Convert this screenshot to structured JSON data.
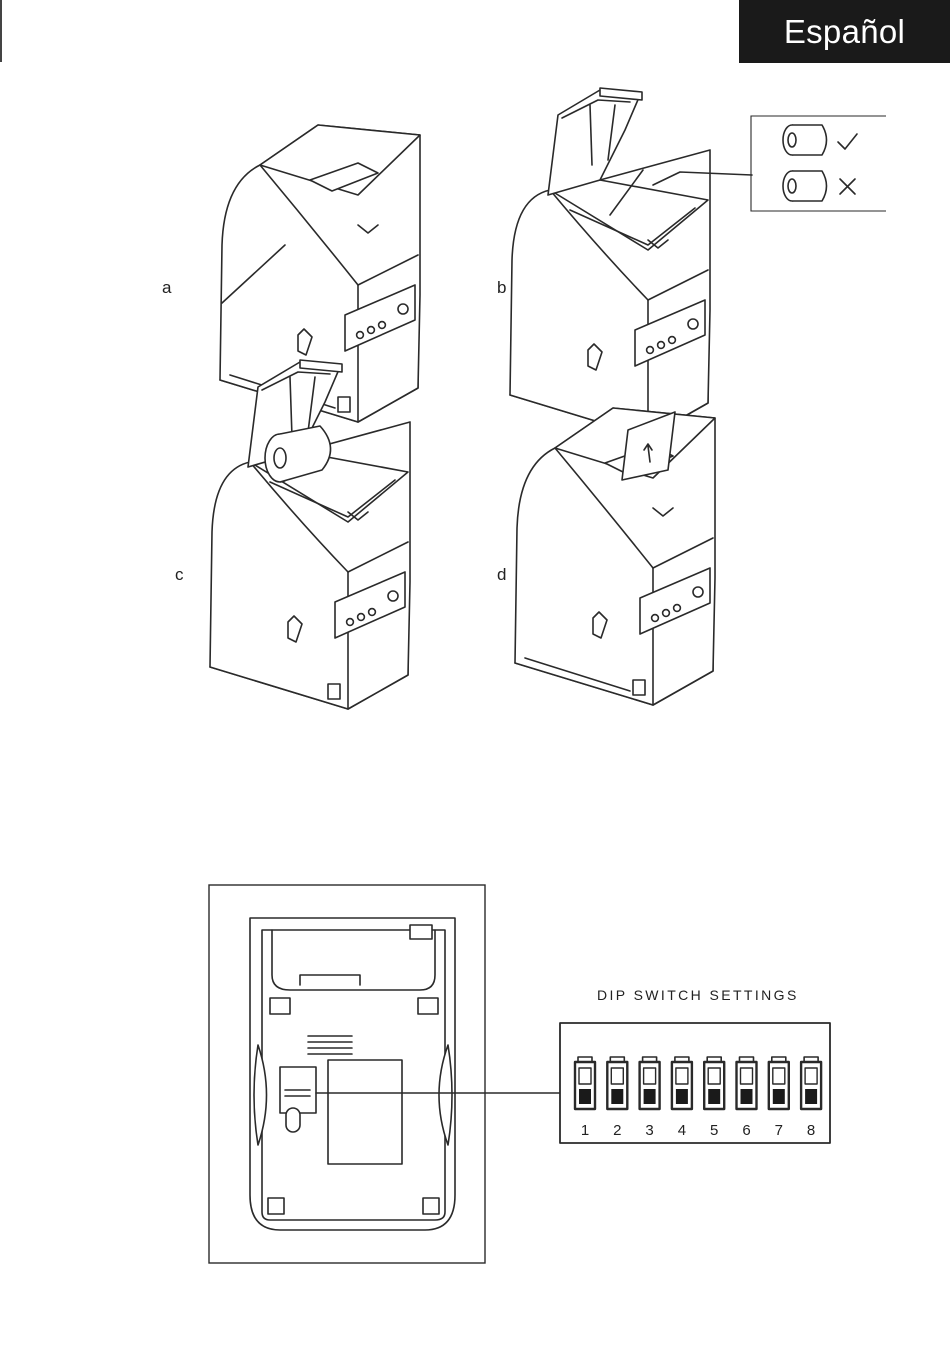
{
  "header": {
    "language": "Español"
  },
  "figures": {
    "panels": [
      {
        "label": "a"
      },
      {
        "label": "b"
      },
      {
        "label": "c"
      },
      {
        "label": "d"
      }
    ],
    "dip_switch": {
      "title": "DIP SWITCH SETTINGS",
      "switches": [
        "1",
        "2",
        "3",
        "4",
        "5",
        "6",
        "7",
        "8"
      ]
    }
  }
}
